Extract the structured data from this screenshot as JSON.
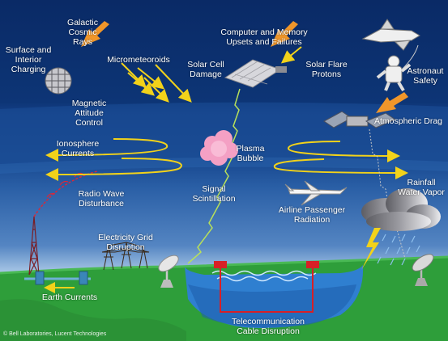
{
  "labels": {
    "galactic_cosmic_rays": "Galactic\nCosmic\nRays",
    "surface_interior_charging": "Surface and\nInterior\nCharging",
    "micrometeoroids": "Micrometeoroids",
    "magnetic_attitude_control": "Magnetic\nAttitude\nControl",
    "computer_memory_upsets": "Computer and Memory\nUpsets and Failures",
    "solar_cell_damage": "Solar Cell\nDamage",
    "solar_flare_protons": "Solar Flare\nProtons",
    "astronaut_safety": "Astronaut\nSafety",
    "atmospheric_drag": "Atmospheric Drag",
    "ionosphere_currents": "Ionosphere\nCurrents",
    "plasma_bubble": "Plasma\nBubble",
    "signal_scintillation": "Signal\nScintillation",
    "radio_wave_disturbance": "Radio Wave\nDisturbance",
    "airline_passenger_radiation": "Airline Passenger\nRadiation",
    "rainfall_water_vapor": "Rainfall\nWater Vapor",
    "electricity_grid_disruption": "Electricity Grid\nDisruption",
    "earth_currents": "Earth Currents",
    "telecommunication_cable_disruption": "Telecommunication\nCable Disruption"
  },
  "credit": "© Bell Laboratories, Lucent Technologies",
  "colors": {
    "space_top": "#0a2a66",
    "ionosphere_band": "#17488f",
    "lower_sky": "#3e6fb0",
    "horizon": "#a9c7e6",
    "land": "#2e9e3a",
    "water": "#2f7fd0",
    "arrow_yellow": "#f2d21a",
    "arrow_orange": "#f0962a",
    "plasma": "#f4a0c4",
    "radio_wave": "#d8283a",
    "cable_marker": "#d81f26"
  }
}
